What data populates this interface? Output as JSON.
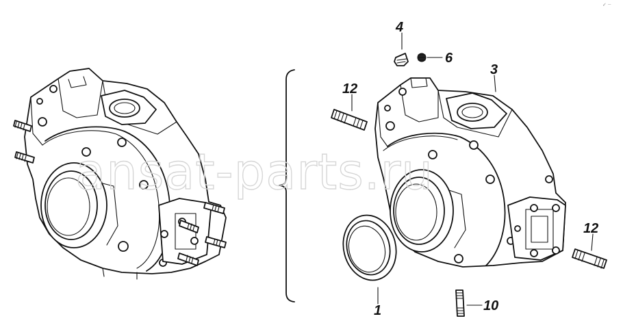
{
  "diagram": {
    "watermark": "ansat-parts.ru",
    "corner_mark": "✓ ┈",
    "callouts": [
      {
        "id": "1",
        "label": "1"
      },
      {
        "id": "3",
        "label": "3"
      },
      {
        "id": "4",
        "label": "4"
      },
      {
        "id": "6",
        "label": "6"
      },
      {
        "id": "10",
        "label": "10"
      },
      {
        "id": "12a",
        "label": "12"
      },
      {
        "id": "12b",
        "label": "12"
      }
    ]
  }
}
